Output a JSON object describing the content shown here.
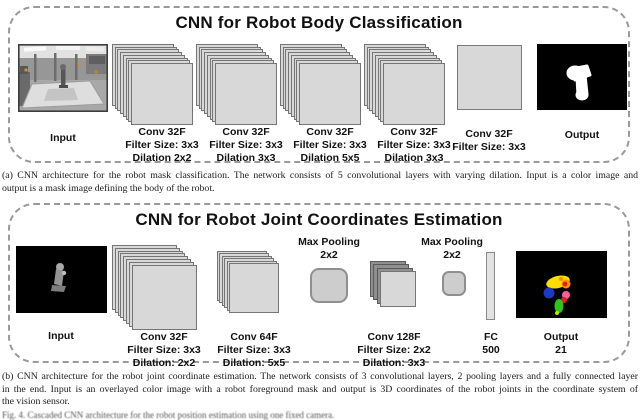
{
  "panel_a": {
    "title": "CNN for Robot Body Classification",
    "input_label": "Input",
    "output_label": "Output",
    "layers": [
      {
        "name": "Conv 32F",
        "filter": "Filter Size: 3x3",
        "dilation": "Dilation 2x2"
      },
      {
        "name": "Conv 32F",
        "filter": "Filter Size: 3x3",
        "dilation": "Dilation 3x3"
      },
      {
        "name": "Conv 32F",
        "filter": "Filter Size: 3x3",
        "dilation": "Dilation 5x5"
      },
      {
        "name": "Conv 32F",
        "filter": "Filter Size: 3x3",
        "dilation": "Dilation 3x3"
      },
      {
        "name": "Conv 32F",
        "filter": "Filter Size: 3x3"
      }
    ]
  },
  "panel_b": {
    "title": "CNN for Robot Joint Coordinates Estimation",
    "input_label": "Input",
    "conv_layers": [
      {
        "name": "Conv 32F",
        "filter": "Filter Size: 3x3",
        "dilation": "Dilation: 2x2"
      },
      {
        "name": "Conv 64F",
        "filter": "Filter Size: 3x3",
        "dilation": "Dilation: 5x5"
      },
      {
        "name": "Conv 128F",
        "filter": "Filter Size: 2x2",
        "dilation": "Dilation: 3x3"
      }
    ],
    "pool1": {
      "line1": "Max Pooling",
      "line2": "2x2"
    },
    "pool2": {
      "line1": "Max Pooling",
      "line2": "2x2"
    },
    "fc": {
      "name": "FC",
      "units": "500"
    },
    "output": {
      "label": "Output",
      "units": "21"
    }
  },
  "captions": {
    "a": {
      "line1": "(a) CNN architecture for the robot mask classification. The network consists of 5 convolutional layers with varying dilation. Input is a color image and",
      "line2": "output is a mask image defining the body of the robot."
    },
    "b": {
      "line1": "(b) CNN architecture for the robot joint coordinate estimation. The network consists of 3 convolutional layers, 2 pooling layers and a fully connected layer",
      "line2": "in the end. Input is an overlayed color image with a robot foreground mask and output is 3D coordinates of the robot joints in the coordinate system of",
      "line3": "the vision sensor."
    },
    "fig": "Fig. 4.   Cascaded CNN architecture for the robot position estimation using one fixed camera."
  },
  "colors": {
    "panel_border": "#9a9a9a",
    "sheet_fill": "#d8d8d8",
    "sheet_border": "#757575",
    "pool_fill": "#cdcdcd",
    "cube_dark": "#8f8f8f",
    "fc_fill": "#e2e2e2",
    "joint_yellow": "#ffdd00",
    "joint_orange": "#ff9000",
    "joint_red": "#e02020",
    "joint_blue": "#2038c0",
    "joint_pink": "#ff5fa0",
    "joint_green": "#30c020"
  }
}
